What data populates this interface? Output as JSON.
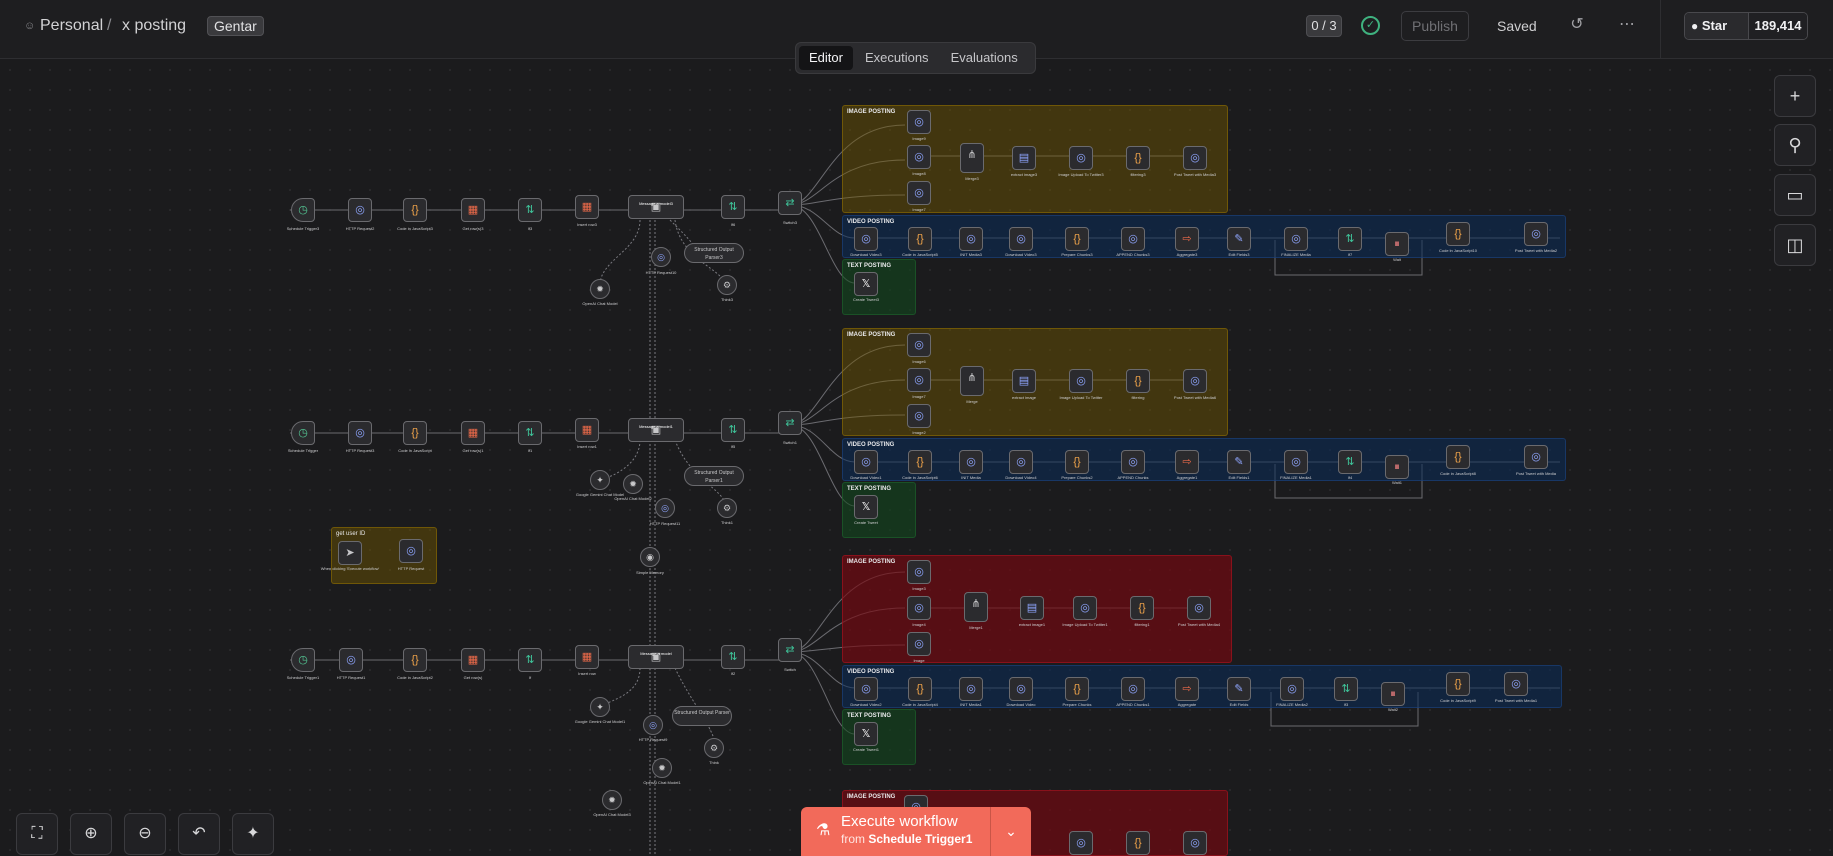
{
  "header": {
    "breadcrumb_root": "Personal",
    "breadcrumb_sep": "/",
    "workflow_name": "x posting",
    "tag": "Gentar",
    "counter": "0 / 3",
    "publish_label": "Publish",
    "saved_label": "Saved",
    "github_star_label": "Star",
    "github_star_count": "189,414"
  },
  "tabs": [
    "Editor",
    "Executions",
    "Evaluations"
  ],
  "active_tab": "Editor",
  "execute": {
    "label": "Execute workflow",
    "from_prefix": "from",
    "trigger": "Schedule Trigger1"
  },
  "icons": {
    "user": "user-icon",
    "check": "check-circle-icon",
    "history": "history-icon",
    "more": "more-horizontal-icon",
    "github": "github-icon",
    "plus": "plus-icon",
    "search": "search-icon",
    "sticky": "sticky-note-icon",
    "panel": "panel-icon",
    "fit": "fit-view-icon",
    "zoom_in": "zoom-in-icon",
    "zoom_out": "zoom-out-icon",
    "undo": "undo-icon",
    "tidy": "tidy-up-icon",
    "flask": "flask-icon",
    "chevron": "chevron-down-icon"
  },
  "colors": {
    "accent": "#f26a5a",
    "group_yellow": "#745800",
    "group_navy": "#0a2c5a",
    "group_green": "#12481e",
    "group_red": "#780810",
    "success": "#3fb27f"
  },
  "groups": {
    "image_posting": "IMAGE POSTING",
    "video_posting": "VIDEO POSTING",
    "text_posting": "TEXT POSTING",
    "get_user_id": "get user ID"
  },
  "rows": [
    {
      "trigger": "Schedule Trigger3",
      "nodes": [
        "HTTP Request2",
        "Code in JavaScript3",
        "Get row(s)3",
        "If3",
        "Insert row3",
        "Message a model3",
        "If6",
        "Switch3"
      ],
      "sub": [
        "OpenAI Chat Model",
        "HTTP Request10",
        "Structured Output Parser3",
        "Think3"
      ],
      "image": [
        "Image9",
        "Image8",
        "Image7",
        "Merge3",
        "extract image3",
        "Image Upload To Twitter3",
        "filtering3",
        "Post Tweet with Media3"
      ],
      "video": [
        "Download Video3",
        "Code in JavaScript5",
        "INIT Media3",
        "Download Video3",
        "Prepare Chunks3",
        "APPEND Chunks3",
        "Aggregate3",
        "Edit Fields3",
        "FINALIZE Media",
        "If7",
        "Wait",
        "Code in JavaScript10",
        "Post Tweet with Media2"
      ],
      "text": [
        "Create Tweet3"
      ]
    },
    {
      "trigger": "Schedule Trigger",
      "nodes": [
        "HTTP Request3",
        "Code in JavaScript",
        "Get row(s)1",
        "If1",
        "Insert row1",
        "Message a model1",
        "If5",
        "Switch1"
      ],
      "sub": [
        "Google Gemini Chat Model",
        "OpenAI Chat Model2",
        "HTTP Request11",
        "Structured Output Parser1",
        "Think1",
        "Simple Memory"
      ],
      "image": [
        "Image6",
        "Image7",
        "Image2",
        "Merge",
        "extract image",
        "Image Upload To Twitter",
        "filtering",
        "Post Tweet with Media6"
      ],
      "video": [
        "Download Video1",
        "Code in JavaScript6",
        "INIT Media",
        "Download Video4",
        "Prepare Chunks2",
        "APPEND Chunks",
        "Aggregate1",
        "Edit Fields1",
        "FINALIZE Media1",
        "If4",
        "Wait1",
        "Code in JavaScript8",
        "Post Tweet with Media"
      ],
      "text": [
        "Create Tweet"
      ]
    },
    {
      "trigger": "Schedule Trigger1",
      "nodes": [
        "HTTP Request1",
        "Code in JavaScript2",
        "Get row(s)",
        "If",
        "Insert row",
        "Message a model",
        "If2",
        "Switch"
      ],
      "sub": [
        "Google Gemini Chat Model1",
        "HTTP Request9",
        "Structured Output Parser",
        "Think",
        "OpenAI Chat Model1",
        "OpenAI Chat Model3"
      ],
      "image": [
        "Image3",
        "Image4",
        "Image",
        "Merge1",
        "extract image1",
        "Image Upload To Twitter1",
        "filtering1",
        "Post Tweet with Media4"
      ],
      "video": [
        "Download Video2",
        "Code in JavaScript4",
        "INIT Media1",
        "Download Video",
        "Prepare Chunks",
        "APPEND Chunks1",
        "Aggregate",
        "Edit Fields",
        "FINALIZE Media2",
        "If3",
        "Wait2",
        "Code in JavaScript9",
        "Post Tweet with Media1"
      ],
      "text": [
        "Create Tweet1"
      ]
    }
  ],
  "user_id_group": {
    "nodes": [
      "When clicking 'Execute workflow'",
      "HTTP Request"
    ]
  }
}
